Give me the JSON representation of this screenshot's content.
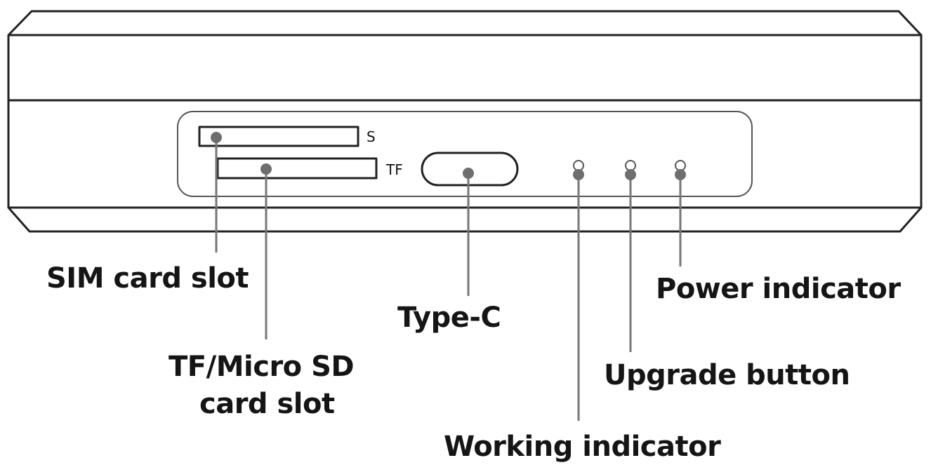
{
  "panel": {
    "slot_labels": {
      "s": "S",
      "tf": "TF"
    }
  },
  "callouts": {
    "sim_card_slot": "SIM card slot",
    "tf_micro_sd_line1": "TF/Micro SD",
    "tf_micro_sd_line2": "card slot",
    "type_c": "Type-C",
    "power_indicator": "Power indicator",
    "upgrade_button": "Upgrade button",
    "working_indicator": "Working indicator"
  }
}
